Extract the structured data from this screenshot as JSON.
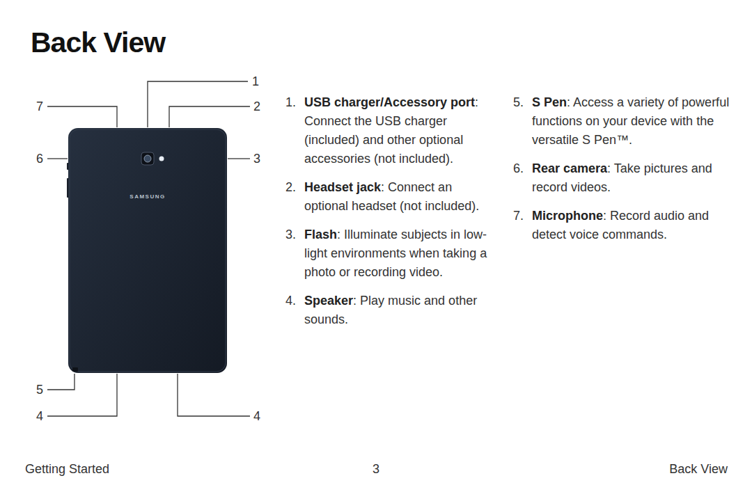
{
  "diagram": {
    "title": "Back View",
    "labels": [
      "SAMSUNG",
      "1",
      "2",
      "3",
      "4",
      "4",
      "5",
      "6",
      "7",
      "1.",
      "USB charger/Accessory port",
      ": Connect the USB charger (included) and other optional accessories (not included).",
      "2.",
      "Headset jack",
      ": Connect an optional headset (not included).",
      "3.",
      "Flash",
      ": Illuminate subjects in low-light environments when taking a photo or recording video.",
      "4.",
      "Speaker",
      ": Play music and other sounds.",
      "5.",
      "S Pen",
      ": Access a variety of powerful functions on your device with the versatile S Pen™.",
      "6.",
      "Rear camera",
      ": Take pictures and record videos.",
      "7.",
      "Microphone",
      ": Record audio and detect voice commands.",
      "Getting Started",
      "3",
      "Back View"
    ]
  }
}
